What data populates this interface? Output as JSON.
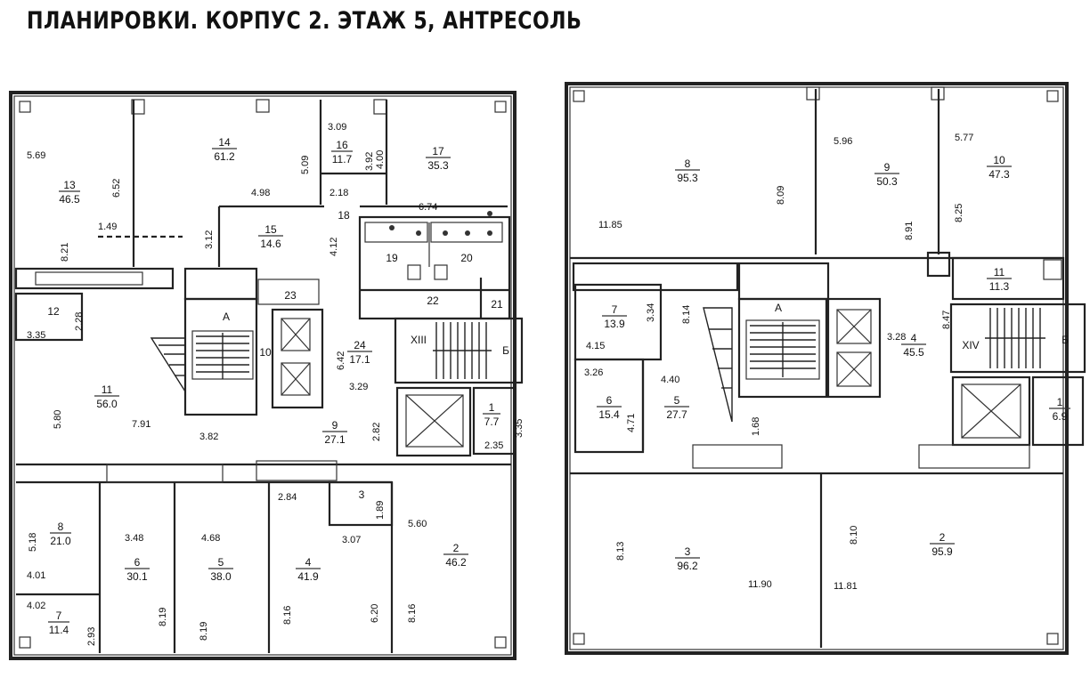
{
  "title": "ПЛАНИРОВКИ. КОРПУС 2. ЭТАЖ 5, АНТРЕСОЛЬ",
  "floor5": {
    "rooms": [
      {
        "id": "r13",
        "num": "13",
        "area": "46.5"
      },
      {
        "id": "r14",
        "num": "14",
        "area": "61.2"
      },
      {
        "id": "r16",
        "num": "16",
        "area": "11.7"
      },
      {
        "id": "r17",
        "num": "17",
        "area": "35.3"
      },
      {
        "id": "r15",
        "num": "15",
        "area": "14.6"
      },
      {
        "id": "r11",
        "num": "11",
        "area": "56.0"
      },
      {
        "id": "r24",
        "num": "24",
        "area": "17.1"
      },
      {
        "id": "r9",
        "num": "9",
        "area": "27.1"
      },
      {
        "id": "r1",
        "num": "1",
        "area": "7.7"
      },
      {
        "id": "r8",
        "num": "8",
        "area": "21.0"
      },
      {
        "id": "r6",
        "num": "6",
        "area": "30.1"
      },
      {
        "id": "r5",
        "num": "5",
        "area": "38.0"
      },
      {
        "id": "r4",
        "num": "4",
        "area": "41.9"
      },
      {
        "id": "r2",
        "num": "2",
        "area": "46.2"
      },
      {
        "id": "r7",
        "num": "7",
        "area": "11.4"
      }
    ],
    "labels": [
      "18",
      "19",
      "20",
      "22",
      "21",
      "23",
      "12",
      "10",
      "3",
      "А",
      "Б",
      "XIII"
    ],
    "dims": [
      "5.69",
      "6.52",
      "1.49",
      "8.21",
      "5.09",
      "4.98",
      "3.12",
      "3.09",
      "3.92",
      "2.18",
      "4.12",
      "4.00",
      "6.74",
      "2.28",
      "3.35",
      "6.42",
      "3.29",
      "5.80",
      "7.91",
      "3.82",
      "2.82",
      "3.35",
      "2.35",
      "5.18",
      "4.01",
      "4.02",
      "2.93",
      "3.48",
      "8.19",
      "4.68",
      "8.19",
      "2.84",
      "1.89",
      "3.07",
      "8.16",
      "6.20",
      "5.60",
      "8.16"
    ]
  },
  "mezzanine": {
    "rooms": [
      {
        "id": "m8",
        "num": "8",
        "area": "95.3"
      },
      {
        "id": "m9",
        "num": "9",
        "area": "50.3"
      },
      {
        "id": "m10",
        "num": "10",
        "area": "47.3"
      },
      {
        "id": "m11",
        "num": "11",
        "area": "11.3"
      },
      {
        "id": "m7",
        "num": "7",
        "area": "13.9"
      },
      {
        "id": "m4",
        "num": "4",
        "area": "45.5"
      },
      {
        "id": "m6",
        "num": "6",
        "area": "15.4"
      },
      {
        "id": "m5",
        "num": "5",
        "area": "27.7"
      },
      {
        "id": "m1",
        "num": "1",
        "area": "6.9"
      },
      {
        "id": "m3",
        "num": "3",
        "area": "96.2"
      },
      {
        "id": "m2",
        "num": "2",
        "area": "95.9"
      }
    ],
    "labels": [
      "А",
      "Б",
      "XIV"
    ],
    "dims": [
      "11.85",
      "8.09",
      "5.96",
      "8.91",
      "5.77",
      "8.25",
      "8.14",
      "3.34",
      "4.15",
      "3.26",
      "4.40",
      "4.71",
      "3.28",
      "8.47",
      "1.68",
      "8.13",
      "11.90",
      "8.10",
      "11.81"
    ]
  }
}
